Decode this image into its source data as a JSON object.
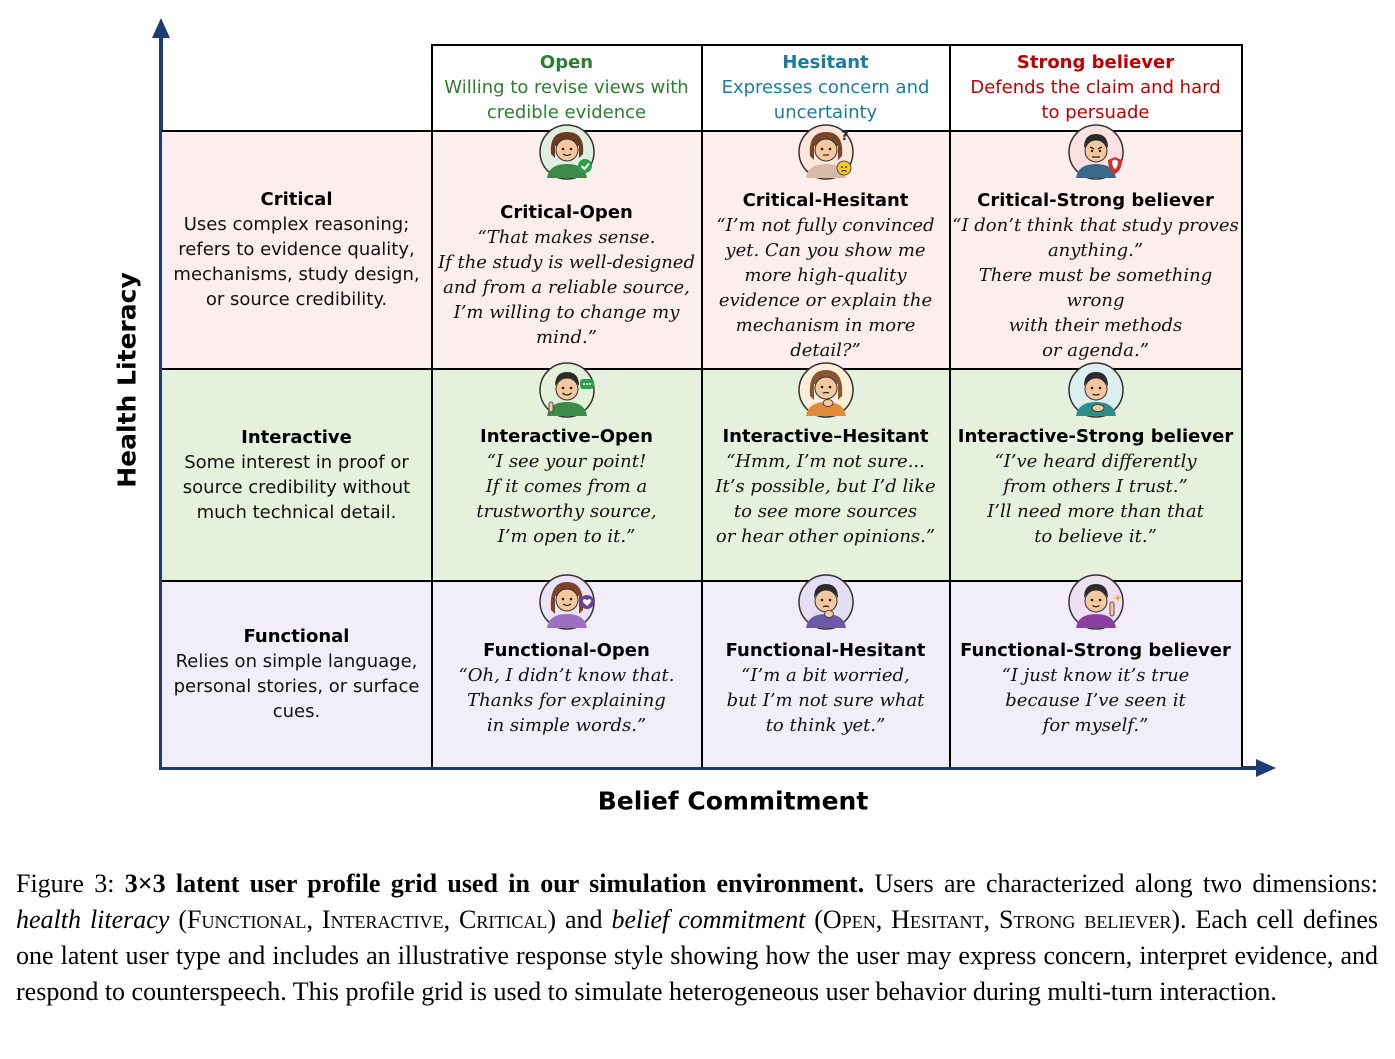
{
  "axes": {
    "y_label": "Health Literacy",
    "x_label": "Belief Commitment"
  },
  "columns": [
    {
      "title": "Open",
      "desc": "Willing to revise views with credible evidence",
      "color": "#2e7d32"
    },
    {
      "title": "Hesitant",
      "desc": "Expresses concern and uncertainty",
      "color": "#1a7ca0"
    },
    {
      "title": "Strong believer",
      "desc": "Defends the claim and hard to persuade",
      "color": "#c00000"
    }
  ],
  "rows": [
    {
      "title": "Critical",
      "desc": "Uses complex reasoning; refers to evidence quality, mechanisms, study design, or source credibility.",
      "bg": "#fdeeee"
    },
    {
      "title": "Interactive",
      "desc": "Some interest in proof or source credibility without much technical detail.",
      "bg": "#e6f1dd"
    },
    {
      "title": "Functional",
      "desc": "Relies on simple language, personal stories, or surface cues.",
      "bg": "#f1eefa"
    }
  ],
  "cells": {
    "critical_open": {
      "title": "Critical-Open",
      "quote": "“That makes sense.\nIf the study is well-designed\nand from a reliable source,\nI’m willing to change my\nmind.”",
      "icon": "woman-check-icon"
    },
    "critical_hesitant": {
      "title": "Critical-Hesitant",
      "quote": "“I’m not fully convinced\nyet. Can you show me\nmore high-quality\nevidence or explain the\nmechanism in more\ndetail?”",
      "icon": "woman-question-icon"
    },
    "critical_strong": {
      "title": "Critical-Strong believer",
      "quote": "“I don’t think that study proves\nanything.”\nThere must be something wrong\nwith their methods\nor agenda.”",
      "icon": "man-shield-icon"
    },
    "interactive_open": {
      "title": "Interactive–Open",
      "quote": "“I see your point!\nIf it comes from a\ntrustworthy source,\nI’m open to it.”",
      "icon": "man-chat-icon"
    },
    "interactive_hesitant": {
      "title": "Interactive–Hesitant",
      "quote": "“Hmm, I’m not sure...\nIt’s possible, but I’d like\nto see more sources\nor hear other opinions.”",
      "icon": "woman-thinking-icon"
    },
    "interactive_strong": {
      "title": "Interactive-Strong believer",
      "quote": "“I’ve heard differently\nfrom others I trust.”\nI’ll need more than that\nto believe it.”",
      "icon": "man-hand-on-chest-icon"
    },
    "functional_open": {
      "title": "Functional-Open",
      "quote": "“Oh, I didn’t know that.\nThanks for explaining\nin simple words.”",
      "icon": "woman-heart-icon"
    },
    "functional_hesitant": {
      "title": "Functional-Hesitant",
      "quote": "“I’m a bit worried,\nbut I’m not sure what\nto think yet.”",
      "icon": "man-worried-icon"
    },
    "functional_strong": {
      "title": "Functional-Strong believer",
      "quote": "“I just know it’s true\nbecause I’ve seen it\nfor myself.”",
      "icon": "man-pointing-icon"
    }
  },
  "caption": {
    "prefix": "Figure 3: ",
    "bold": "3×3 latent user profile grid used in our simulation environment.",
    "p1": " Users are characterized along two dimensions: ",
    "i1": "health literacy",
    "p2": " (",
    "sc1": "Functional",
    "p3": ", ",
    "sc2": "Interactive",
    "p4": ", ",
    "sc3": "Critical",
    "p5": ") and ",
    "i2": "belief commitment",
    "p6": " (",
    "sc4": "Open",
    "p7": ", ",
    "sc5": "Hesitant",
    "p8": ", ",
    "sc6": "Strong believer",
    "p9": "). Each cell defines one latent user type and includes an illustrative response style showing how the user may express concern, interpret evidence, and respond to counterspeech. This profile grid is used to simulate heterogeneous user behavior during multi-turn interaction."
  },
  "colors": {
    "axis": "#1f3b73",
    "grid_line": "#000000"
  }
}
